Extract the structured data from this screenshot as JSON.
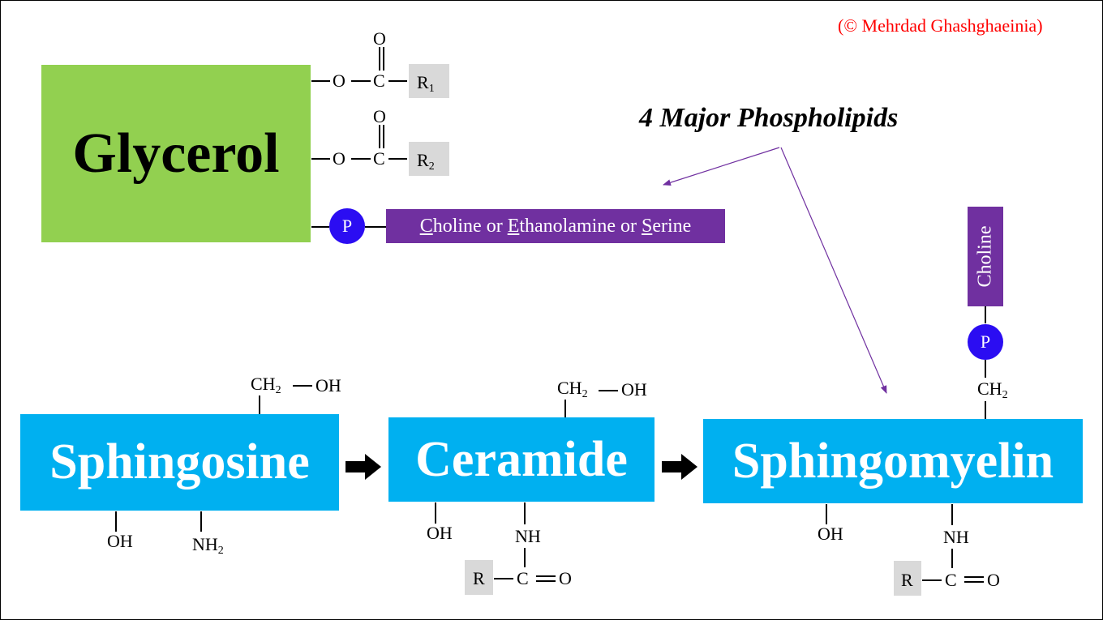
{
  "copyright": "(© Mehrdad Ghashghaeinia)",
  "title": "4 Major Phospholipids",
  "glycerol": {
    "label": "Glycerol",
    "ester1": {
      "o_top": "O",
      "o": "O",
      "c": "C",
      "r": "R",
      "r_sub": "1"
    },
    "ester2": {
      "o_top": "O",
      "o": "O",
      "c": "C",
      "r": "R",
      "r_sub": "2"
    },
    "phosphate": "P",
    "headgroup": {
      "part1_initial": "C",
      "part1_rest": "holine or ",
      "part2_initial": "E",
      "part2_rest": "thanolamine or ",
      "part3_initial": "S",
      "part3_rest": "erine"
    }
  },
  "sphingosine": {
    "label": "Sphingosine",
    "top_ch2": "CH",
    "top_ch2_sub": "2",
    "top_oh": "OH",
    "oh": "OH",
    "nh2": "NH",
    "nh2_sub": "2"
  },
  "ceramide": {
    "label": "Ceramide",
    "top_ch2": "CH",
    "top_ch2_sub": "2",
    "top_oh": "OH",
    "oh": "OH",
    "nh": "NH",
    "r": "R",
    "c": "C",
    "o": "O"
  },
  "sphingomyelin": {
    "label": "Sphingomyelin",
    "choline": "Choline",
    "phosphate": "P",
    "top_ch2": "CH",
    "top_ch2_sub": "2",
    "oh": "OH",
    "nh": "NH",
    "r": "R",
    "c": "C",
    "o": "O"
  },
  "colors": {
    "glycerol_box": "#92d050",
    "sphingo_box": "#00b0f0",
    "phosphate": "#2b0df2",
    "headgroup": "#7030a0",
    "copyright": "#ff0000",
    "pointer": "#7030a0",
    "r_box": "#d9d9d9"
  },
  "icons": {
    "flow_arrow": "right-arrow-icon",
    "pointer_arrow": "thin-arrow-icon"
  }
}
